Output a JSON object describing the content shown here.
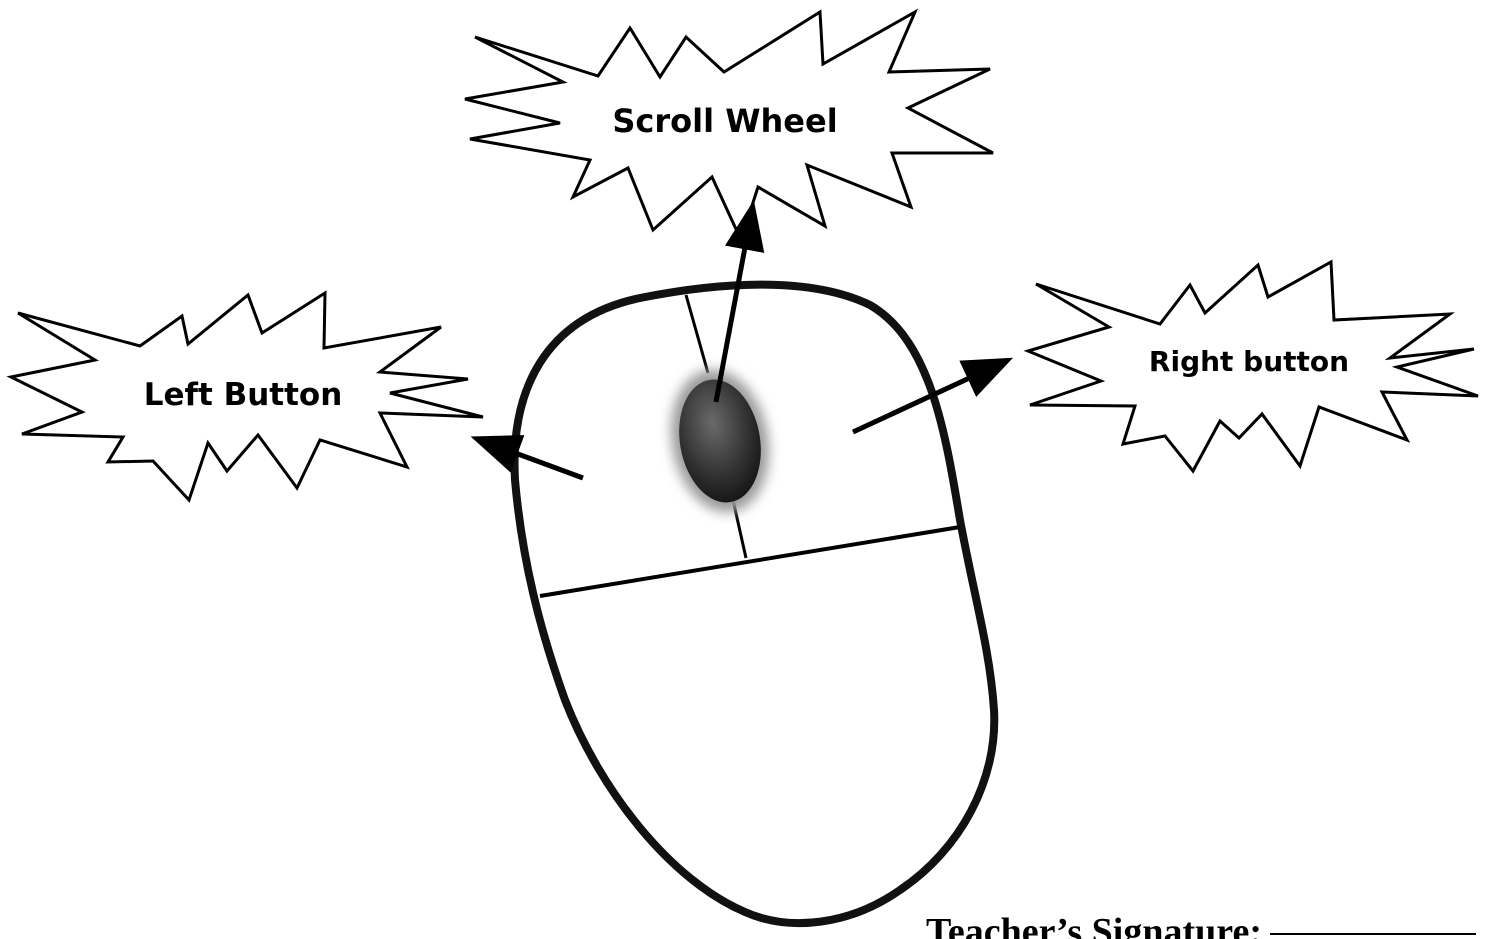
{
  "labels": {
    "scroll_wheel": "Scroll Wheel",
    "left_button": "Left Button",
    "right_button": "Right button"
  },
  "footer": {
    "signature_label": "Teacher’s Signature:"
  },
  "colors": {
    "ink": "#000000",
    "wheel": "#3a3a3a",
    "background": "#ffffff"
  }
}
